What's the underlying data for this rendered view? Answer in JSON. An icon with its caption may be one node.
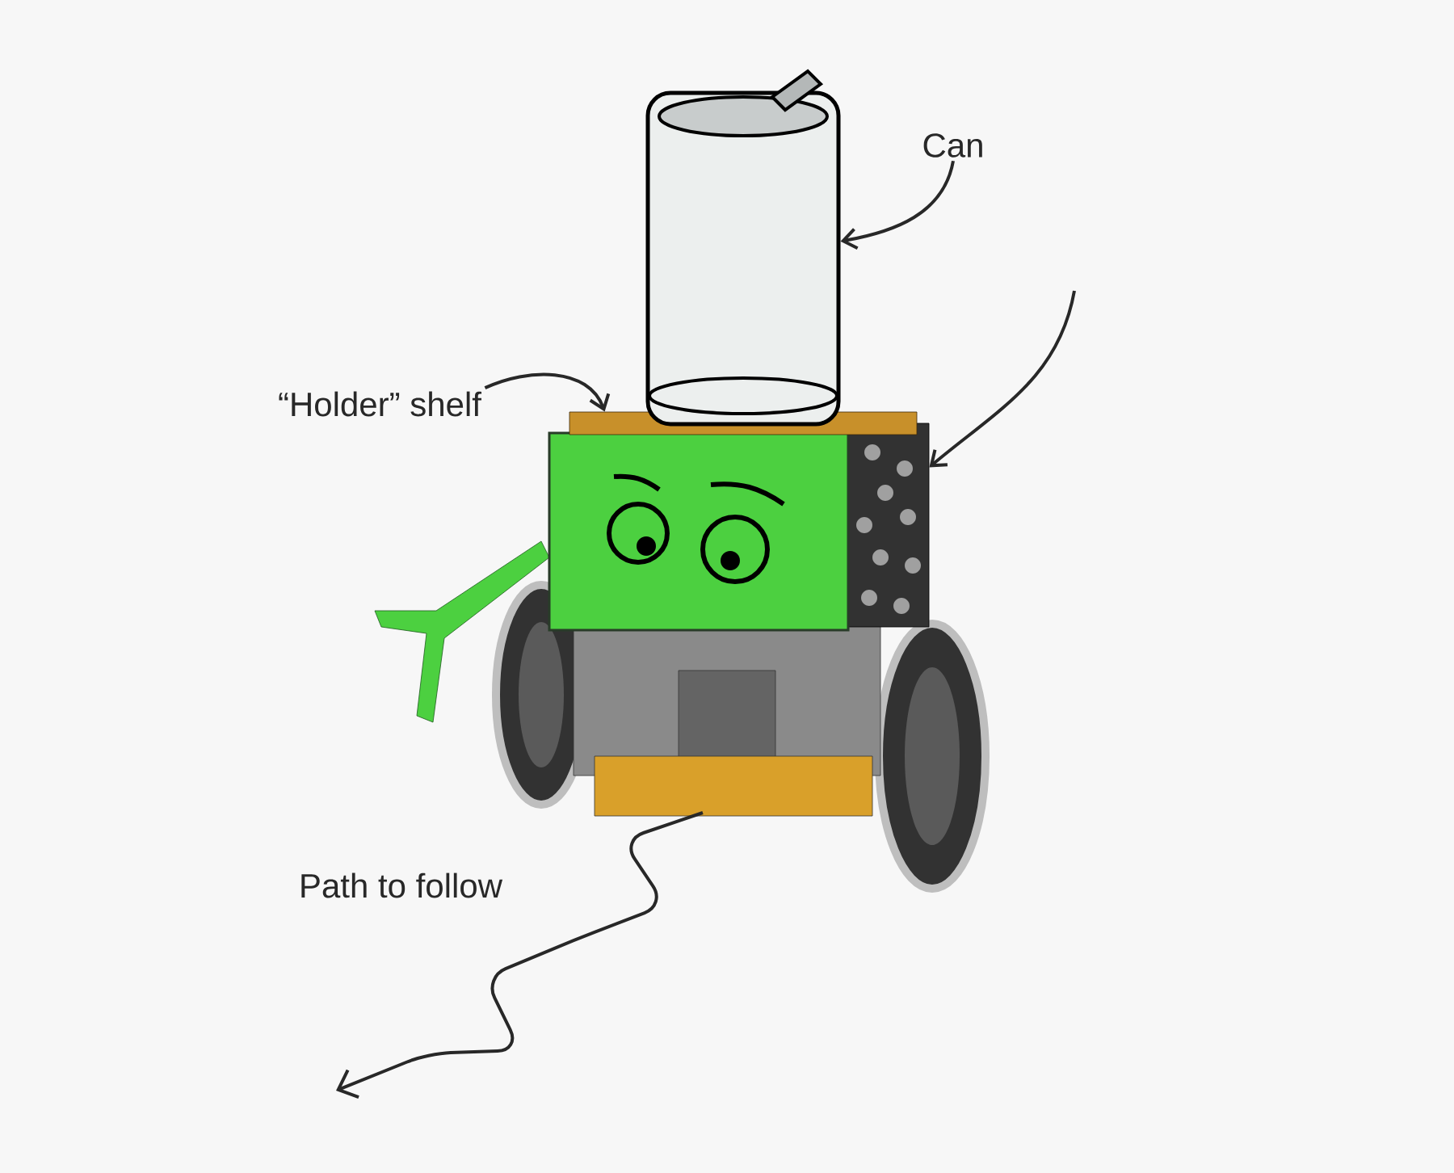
{
  "diagram": {
    "nodes": [
      {
        "text": [
          "Can"
        ]
      },
      {
        "text": [
          "“Holder” shelf"
        ]
      },
      {
        "text": [],
        "shape": "picture"
      },
      {
        "text": [],
        "shape": "bar"
      },
      {
        "text": [],
        "shape": "picture"
      }
    ],
    "edges": [
      {
        "from": 0,
        "to": 2,
        "arrow": "to"
      },
      {
        "from": 1,
        "to": 3,
        "arrow": "to"
      },
      {
        "from": null,
        "to": 4,
        "arrow": "to"
      }
    ],
    "labels": [
      "Path to follow"
    ]
  }
}
